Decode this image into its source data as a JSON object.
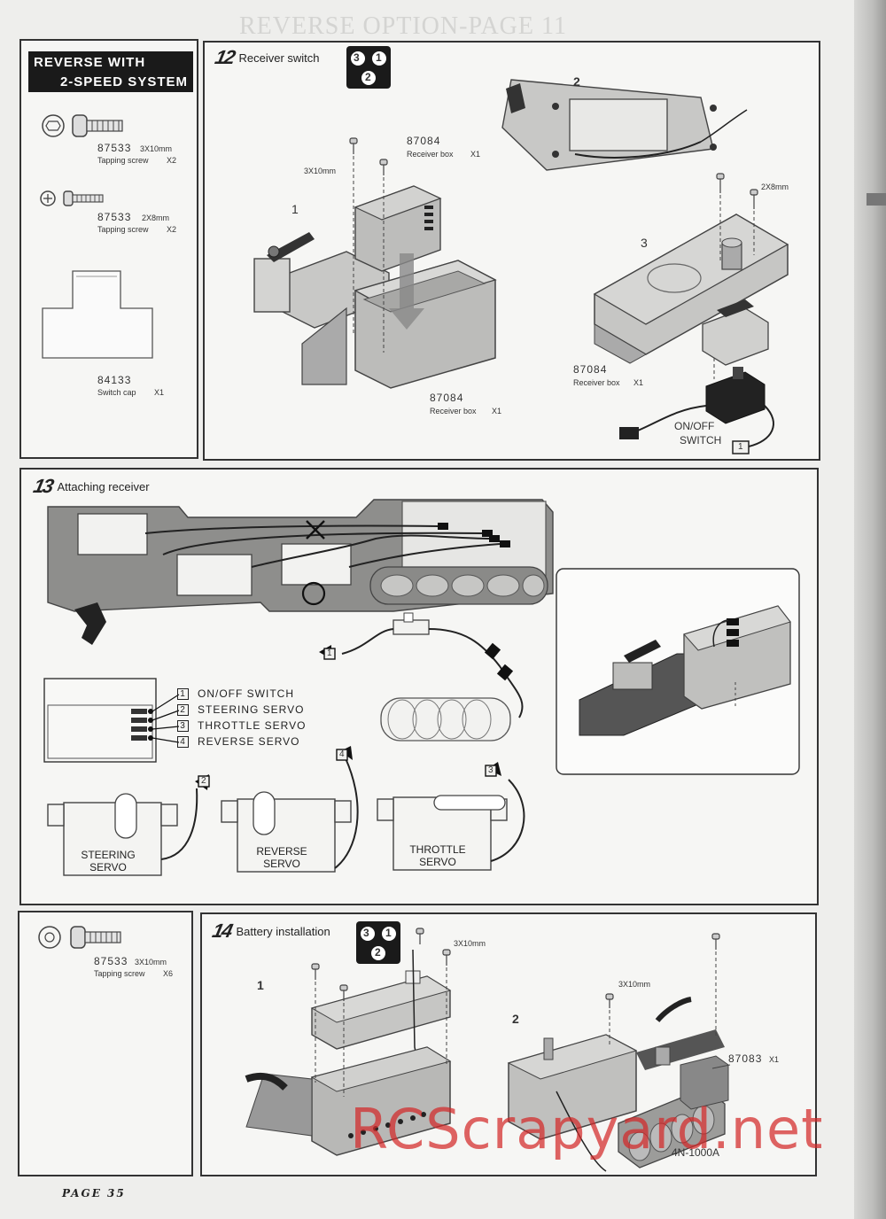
{
  "header_ghost": "REVERSE OPTION-PAGE 11",
  "parts_box_1": {
    "title_line1": "REVERSE WITH",
    "title_line2": "2-SPEED SYSTEM",
    "parts": [
      {
        "number": "87533",
        "size": "3X10mm",
        "name": "Tapping screw",
        "qty": "X2"
      },
      {
        "number": "87533",
        "size": "2X8mm",
        "name": "Tapping screw",
        "qty": "X2"
      },
      {
        "number": "84133",
        "size": "",
        "name": "Switch cap",
        "qty": "X1"
      }
    ]
  },
  "step12": {
    "number": "12",
    "title": "Receiver switch",
    "sub1": "1",
    "sub2": "2",
    "sub3": "3",
    "screw1": "3X10mm",
    "screw2": "2X8mm",
    "part_top_number": "87084",
    "part_top_name": "Receiver box",
    "part_top_qty": "X1",
    "part_bottom_number": "87084",
    "part_bottom_name": "Receiver box",
    "part_bottom_qty": "X1",
    "part_right_number": "87084",
    "part_right_name": "Receiver box",
    "part_right_qty": "X1",
    "switch_line1": "ON/OFF",
    "switch_line2": "SWITCH",
    "switch_tag": "1",
    "sequence": [
      "3",
      "1",
      "2"
    ]
  },
  "step13": {
    "number": "13",
    "title": "Attaching receiver",
    "legend": [
      {
        "num": "1",
        "label": "ON/OFF   SWITCH"
      },
      {
        "num": "2",
        "label": "STEERING  SERVO"
      },
      {
        "num": "3",
        "label": "THROTTLE  SERVO"
      },
      {
        "num": "4",
        "label": "REVERSE  SERVO"
      }
    ],
    "servos": [
      {
        "line1": "STEERING",
        "line2": "SERVO",
        "tag": "2"
      },
      {
        "line1": "REVERSE",
        "line2": "SERVO",
        "tag": "4"
      },
      {
        "line1": "THROTTLE",
        "line2": "SERVO",
        "tag": "3"
      }
    ],
    "switch_tag": "1"
  },
  "parts_box_2": {
    "parts": [
      {
        "number": "87533",
        "size": "3X10mm",
        "name": "Tapping screw",
        "qty": "X6"
      }
    ]
  },
  "step14": {
    "number": "14",
    "title": "Battery installation",
    "sub1": "1",
    "sub2": "2",
    "screw1": "3X10mm",
    "screw2": "3X10mm",
    "part_number": "87083",
    "part_qty": "X1",
    "battery_label": "4N-1000A",
    "sequence": [
      "3",
      "1",
      "2"
    ]
  },
  "watermark": "RCScrapyard.net",
  "footer": "PAGE 35"
}
